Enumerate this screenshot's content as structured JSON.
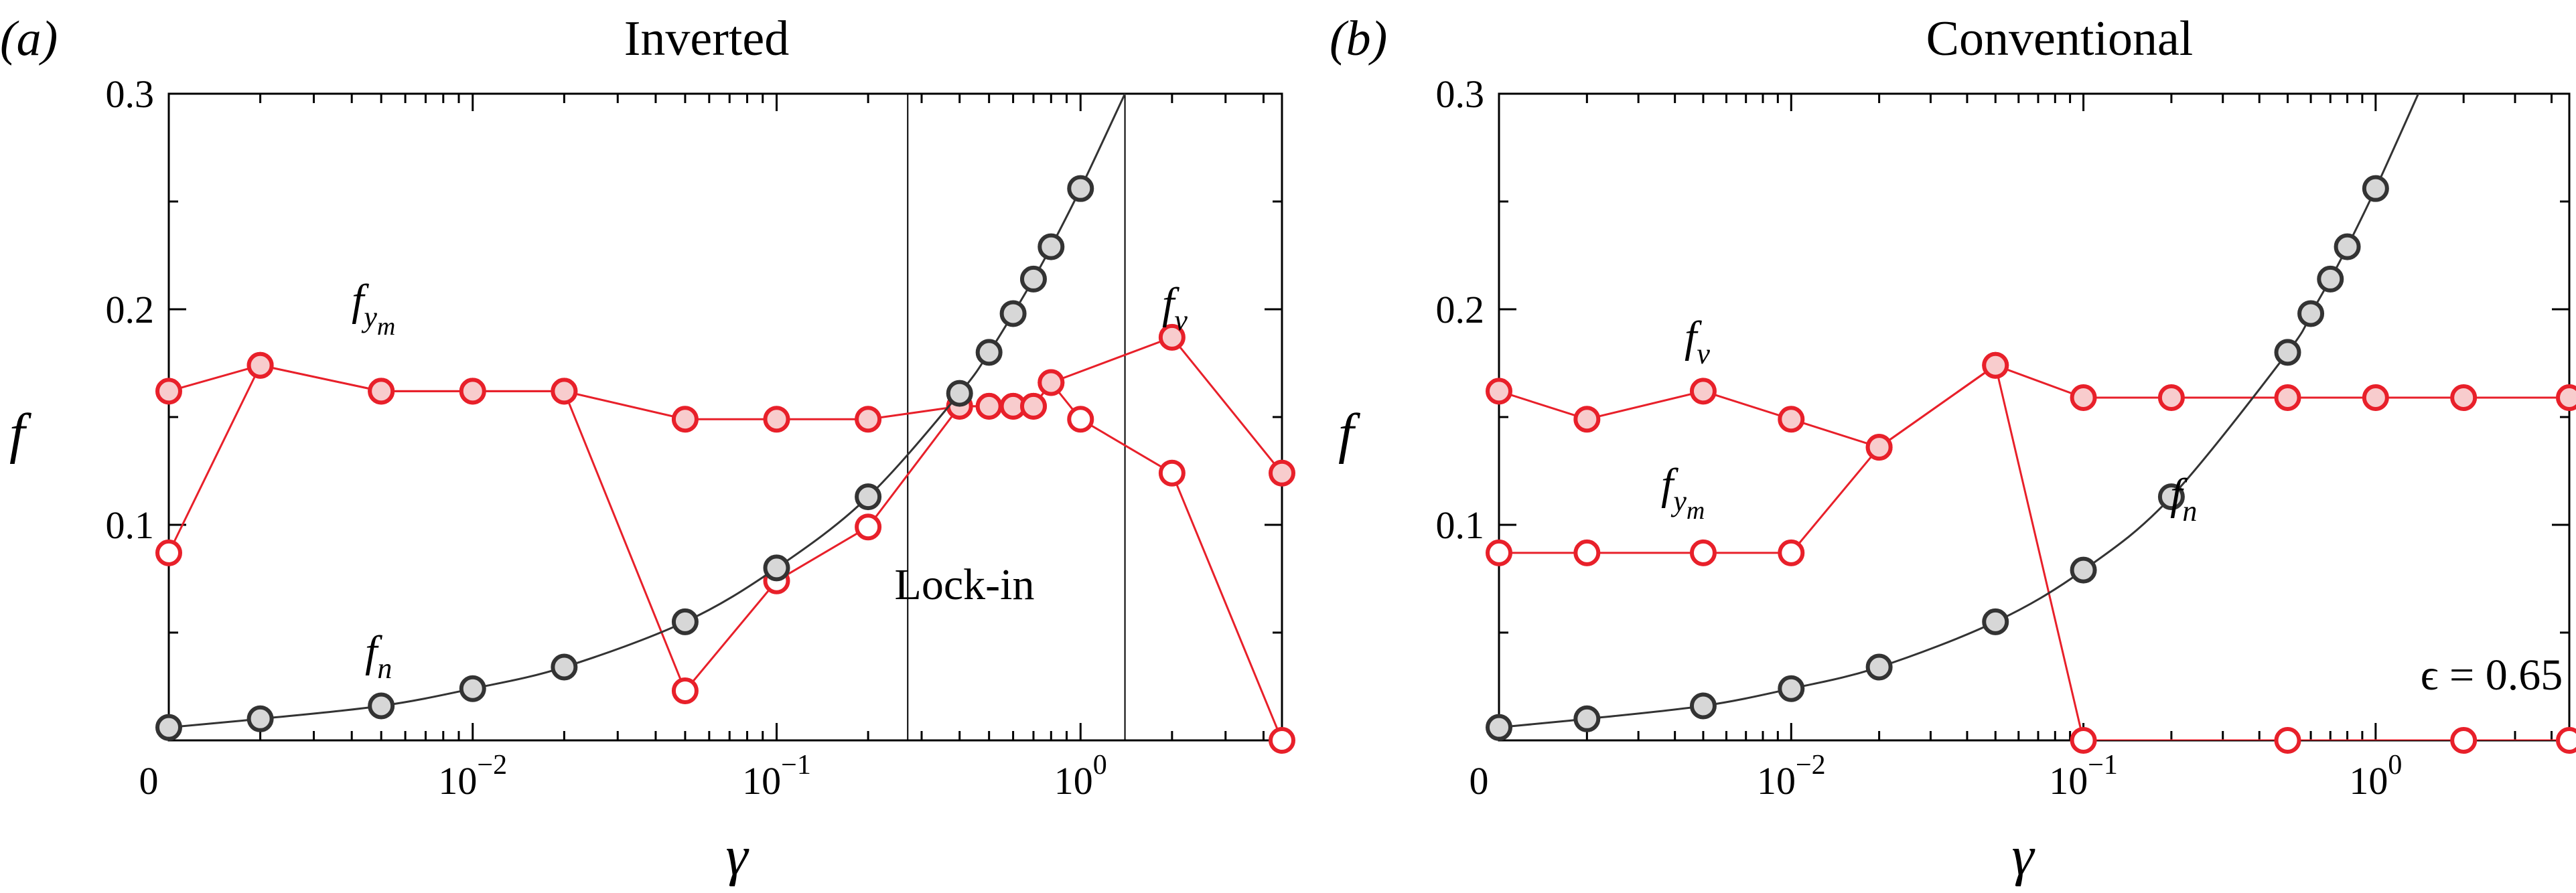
{
  "chart_data": [
    {
      "type": "line",
      "panel_label": "(a)",
      "title": "Inverted",
      "xlabel": "γ",
      "ylabel": "f",
      "x_scale": "log with x = 0 at left axis",
      "x_ticks": [
        {
          "value": 0,
          "label_base": "0",
          "label_exp": ""
        },
        {
          "value": 0.01,
          "label_base": "10",
          "label_exp": "−2"
        },
        {
          "value": 0.1,
          "label_base": "10",
          "label_exp": "−1"
        },
        {
          "value": 1,
          "label_base": "10",
          "label_exp": "0"
        }
      ],
      "y_ticks": [
        {
          "value": 0.1,
          "label": "0.1"
        },
        {
          "value": 0.2,
          "label": "0.2"
        },
        {
          "value": 0.3,
          "label": "0.3"
        }
      ],
      "ylim": [
        0,
        0.3
      ],
      "xlim": [
        0.001,
        4.6
      ],
      "region_lines_x": [
        0.27,
        1.4
      ],
      "region_label": "Lock-in",
      "series": [
        {
          "id": "fn",
          "color": "#333333",
          "fill": "#d7d7d7",
          "x": [
            0,
            0.002,
            0.005,
            0.01,
            0.02,
            0.05,
            0.1,
            0.2,
            0.4,
            0.5,
            0.6,
            0.7,
            0.8,
            1.0
          ],
          "y": [
            0.006,
            0.01,
            0.016,
            0.024,
            0.034,
            0.055,
            0.08,
            0.113,
            0.161,
            0.18,
            0.198,
            0.214,
            0.229,
            0.256
          ],
          "curve_extends_to": [
            1.4,
            0.3
          ]
        },
        {
          "id": "fv",
          "color": "#e8202a",
          "fill": "#f8cccd",
          "x": [
            0,
            0.002,
            0.005,
            0.01,
            0.02,
            0.05,
            0.1,
            0.2,
            0.4,
            0.5,
            0.6,
            0.7,
            0.8,
            2.0,
            4.6
          ],
          "y": [
            0.162,
            0.174,
            0.162,
            0.162,
            0.162,
            0.149,
            0.149,
            0.149,
            0.155,
            0.155,
            0.155,
            0.155,
            0.166,
            0.187,
            0.124
          ]
        },
        {
          "id": "fym",
          "color": "#e8202a",
          "fill": "#ffffff",
          "x": [
            0,
            0.002,
            0.005,
            0.01,
            0.02,
            0.05,
            0.1,
            0.2,
            0.4,
            0.5,
            0.6,
            0.7,
            0.8,
            1.0,
            2.0,
            4.6
          ],
          "y": [
            0.087,
            0.174,
            0.162,
            0.162,
            0.162,
            0.023,
            0.074,
            0.099,
            0.155,
            0.155,
            0.155,
            0.155,
            0.166,
            0.149,
            0.124,
            0.0
          ]
        }
      ],
      "annotations": {
        "fym_base": "f",
        "fym_sub": "y",
        "fym_subsub": "m",
        "fv_base": "f",
        "fv_sub": "v",
        "fn_base": "f",
        "fn_sub": "n"
      }
    },
    {
      "type": "line",
      "panel_label": "(b)",
      "title": "Conventional",
      "xlabel": "γ",
      "ylabel": "f",
      "x_scale": "log with x = 0 at left axis",
      "x_ticks": [
        {
          "value": 0,
          "label_base": "0",
          "label_exp": ""
        },
        {
          "value": 0.01,
          "label_base": "10",
          "label_exp": "−2"
        },
        {
          "value": 0.1,
          "label_base": "10",
          "label_exp": "−1"
        },
        {
          "value": 1,
          "label_base": "10",
          "label_exp": "0"
        }
      ],
      "y_ticks": [
        {
          "value": 0.1,
          "label": "0.1"
        },
        {
          "value": 0.2,
          "label": "0.2"
        },
        {
          "value": 0.3,
          "label": "0.3"
        }
      ],
      "ylim": [
        0,
        0.3
      ],
      "xlim": [
        0.001,
        4.6
      ],
      "series": [
        {
          "id": "fn",
          "color": "#333333",
          "fill": "#d7d7d7",
          "x": [
            0,
            0.002,
            0.005,
            0.01,
            0.02,
            0.05,
            0.1,
            0.2,
            0.5,
            0.6,
            0.7,
            0.8,
            1.0
          ],
          "y": [
            0.006,
            0.01,
            0.016,
            0.024,
            0.034,
            0.055,
            0.079,
            0.113,
            0.18,
            0.198,
            0.214,
            0.229,
            0.256
          ],
          "curve_extends_to": [
            1.4,
            0.3
          ]
        },
        {
          "id": "fv",
          "color": "#e8202a",
          "fill": "#f8cccd",
          "x": [
            0,
            0.002,
            0.005,
            0.01,
            0.02,
            0.05,
            0.1,
            0.2,
            0.5,
            1.0,
            2.0,
            4.6
          ],
          "y": [
            0.162,
            0.149,
            0.162,
            0.149,
            0.136,
            0.174,
            0.159,
            0.159,
            0.159,
            0.159,
            0.159,
            0.159
          ]
        },
        {
          "id": "fym",
          "color": "#e8202a",
          "fill": "#ffffff",
          "x": [
            0,
            0.002,
            0.005,
            0.01,
            0.02,
            0.05,
            0.1,
            0.5,
            2.0,
            4.6
          ],
          "y": [
            0.087,
            0.087,
            0.087,
            0.087,
            0.136,
            0.174,
            0.0,
            0.0,
            0.0,
            0.0
          ]
        }
      ],
      "annotations": {
        "fv_base": "f",
        "fv_sub": "v",
        "fym_base": "f",
        "fym_sub": "y",
        "fym_subsub": "m",
        "fn_base": "f",
        "fn_sub": "n",
        "epsilon": "ϵ = 0.65"
      }
    }
  ]
}
